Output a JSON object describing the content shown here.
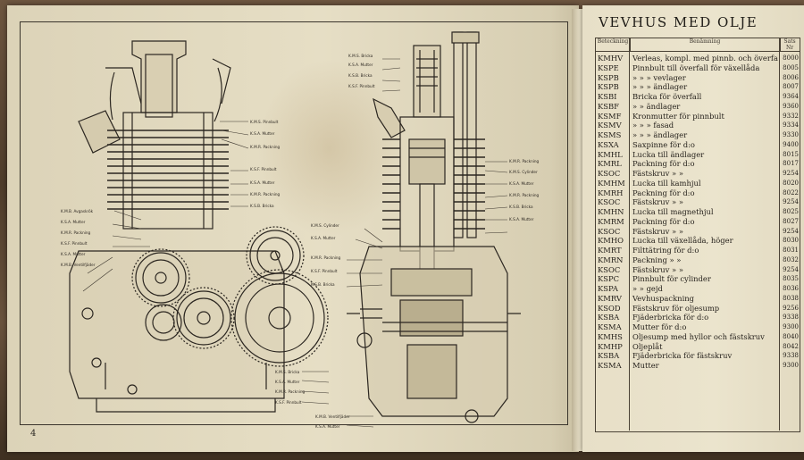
{
  "left_page": {
    "page_number": "4",
    "part_labels_left": [
      "K.M.B. Avgaskrök",
      "K.S.A. Mutter",
      "K.M.R. Packning",
      "K.S.F. Pinnbult",
      "K.S.A. Mutter",
      "K.M.B. Ventilfjäder",
      "K.M.R. Packning",
      "K.S.F. Pinnbult",
      "K.S.A. Mutter",
      "K.S.B. Bricka"
    ],
    "part_labels_right": [
      "K.M.S. Bricka",
      "K.S.A. Mutter",
      "K.S.B. Bricka",
      "K.S.F. Pinnbult",
      "K.M.R. Packning",
      "K.M.S. Cylinder",
      "K.S.A. Mutter",
      "K.M.R. Packning",
      "K.S.B. Bricka",
      "K.S.A. Mutter"
    ]
  },
  "right_page": {
    "title": "VEVHUS MED OLJE",
    "headers": {
      "code": "Beteckning",
      "description": "Benämning",
      "number": "Sats Nr"
    },
    "rows": [
      {
        "code": "KMHV",
        "desc": "Verleas, kompl. med pinnb. och överfall",
        "no": "8000"
      },
      {
        "code": "KSPE",
        "desc": "Pinnbult till överfall för växellåda",
        "no": "8005"
      },
      {
        "code": "KSPB",
        "desc": "»        »    »  vevlager",
        "no": "8006"
      },
      {
        "code": "KSPB",
        "desc": "»        »    »  ändlager",
        "no": "8007"
      },
      {
        "code": "KSBI",
        "desc": "Bricka för överfall",
        "no": "9364"
      },
      {
        "code": "KSBF",
        "desc": "»        »    ändlager",
        "no": "9360"
      },
      {
        "code": "KSMF",
        "desc": "Kronmutter för pinnbult",
        "no": "9332"
      },
      {
        "code": "KSMV",
        "desc": "»        »    »  fasad",
        "no": "9334"
      },
      {
        "code": "KSMS",
        "desc": "»        »    »  ändlager",
        "no": "9330"
      },
      {
        "code": "KSXA",
        "desc": "Saxpinne för d:o",
        "no": "9400"
      },
      {
        "code": "KMHL",
        "desc": "Lucka till ändlager",
        "no": "8015"
      },
      {
        "code": "KMRL",
        "desc": "Packning för d:o",
        "no": "8017"
      },
      {
        "code": "KSOC",
        "desc": "Fästskruv  »  »",
        "no": "9254"
      },
      {
        "code": "KMHM",
        "desc": "Lucka till kamhjul",
        "no": "8020"
      },
      {
        "code": "KMRH",
        "desc": "Packning för d:o",
        "no": "8022"
      },
      {
        "code": "KSOC",
        "desc": "Fästskruv  »  »",
        "no": "9254"
      },
      {
        "code": "KMHN",
        "desc": "Lucka till magnethjul",
        "no": "8025"
      },
      {
        "code": "KMRM",
        "desc": "Packning för d:o",
        "no": "8027"
      },
      {
        "code": "KSOC",
        "desc": "Fästskruv  »  »",
        "no": "9254"
      },
      {
        "code": "KMHO",
        "desc": "Lucka till växellåda, höger",
        "no": "8030"
      },
      {
        "code": "KMRT",
        "desc": "Filttätring för d:o",
        "no": "8031"
      },
      {
        "code": "KMRN",
        "desc": "Packning  »  »",
        "no": "8032"
      },
      {
        "code": "KSOC",
        "desc": "Fästskruv  »  »",
        "no": "9254"
      },
      {
        "code": "KSPC",
        "desc": "Pinnbult för cylinder",
        "no": "8035"
      },
      {
        "code": "KSPA",
        "desc": "»      »  gejd",
        "no": "8036"
      },
      {
        "code": "KMRV",
        "desc": "Vevhuspackning",
        "no": "8038"
      },
      {
        "code": "KSOD",
        "desc": "Fästskruv för oljesump",
        "no": "9256"
      },
      {
        "code": "KSBA",
        "desc": "Fjäderbricka för d:o",
        "no": "9338"
      },
      {
        "code": "KSMA",
        "desc": "Mutter för d:o",
        "no": "9300"
      },
      {
        "code": "KMHS",
        "desc": "Oljesump med hyllor och fästskruv",
        "no": "8040"
      },
      {
        "code": "KMHP",
        "desc": "Oljeplåt",
        "no": "8042"
      },
      {
        "code": "KSBA",
        "desc": "Fjäderbricka för fästskruv",
        "no": "9338"
      },
      {
        "code": "KSMA",
        "desc": "Mutter",
        "no": "9300"
      }
    ]
  }
}
